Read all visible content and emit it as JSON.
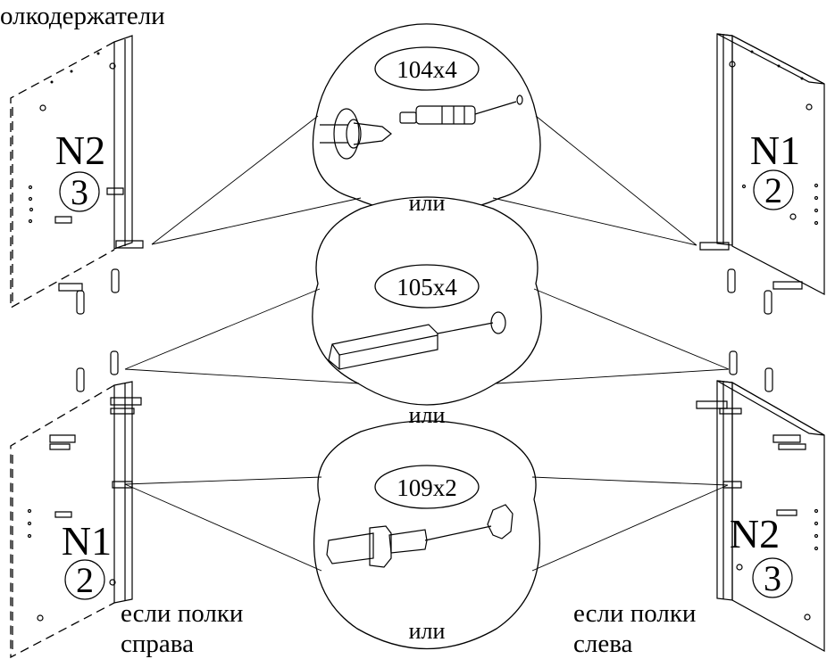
{
  "header": {
    "title": "олкодержатели"
  },
  "callouts": [
    {
      "label": "104x4",
      "separator": "или"
    },
    {
      "label": "105x4",
      "separator": "или"
    },
    {
      "label": "109x2",
      "separator": "или"
    }
  ],
  "panels": {
    "top_left": {
      "code": "N2",
      "number": "3"
    },
    "top_right": {
      "code": "N1",
      "number": "2"
    },
    "bottom_left": {
      "code": "N1",
      "number": "2"
    },
    "bottom_right": {
      "code": "N2",
      "number": "3"
    }
  },
  "notes": {
    "left": {
      "line1": "если полки",
      "line2": "справа"
    },
    "right": {
      "line1": "если полки",
      "line2": "слева"
    }
  }
}
